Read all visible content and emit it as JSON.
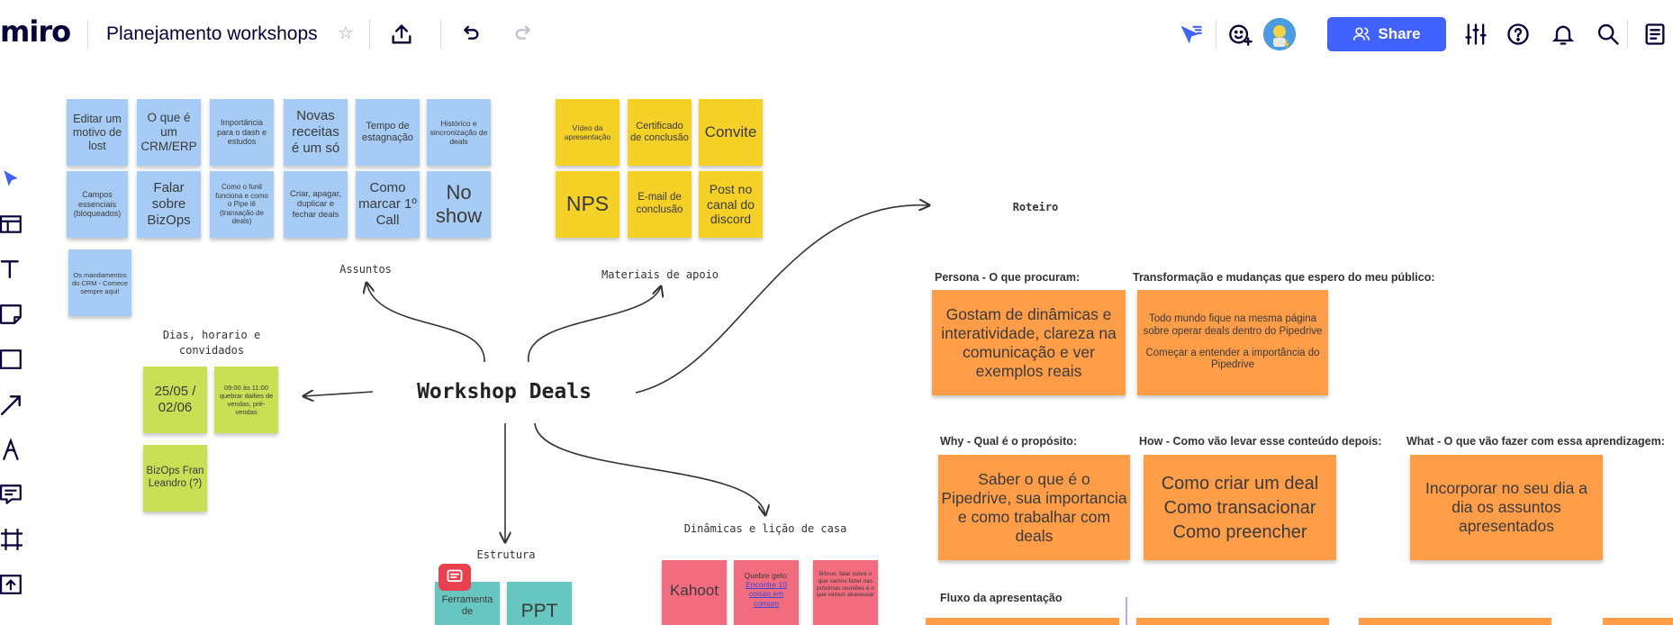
{
  "app": {
    "logo": "miro",
    "board_title": "Planejamento workshops",
    "star_glyph": "☆",
    "share_label": "Share",
    "accent_color": "#4262ff"
  },
  "toolbar_icons": [
    "upload-icon",
    "undo-icon",
    "redo-icon",
    "cursor-filter-icon",
    "reaction-icon",
    "settings-sliders-icon",
    "help-icon",
    "bell-icon",
    "search-icon",
    "notes-icon"
  ],
  "left_tools": [
    "select-tool-icon",
    "templates-icon",
    "text-tool-icon",
    "sticky-note-icon",
    "shape-tool-icon",
    "connector-tool-icon",
    "pen-tool-icon",
    "comment-tool-icon",
    "frame-tool-icon",
    "upload-tool-icon"
  ],
  "board": {
    "center_title": "Workshop Deals",
    "assuntos": {
      "label": "Assuntos",
      "notes": [
        "Editar um motivo de lost",
        "O que é um CRM/ERP",
        "Importância para o dash e estudos",
        "Novas receitas é um só",
        "Tempo de estagnação",
        "Histórico e sincronização de deals",
        "Campos essenciais (bloqueados)",
        "Falar sobre BizOps",
        "Como o funil funciona e como o Pipe lê (transação de deals)",
        "Criar, apagar, duplicar e fechar deals",
        "Como marcar 1º Call",
        "No show",
        "Os mandamentos do CRM - Comece sempre aqui!"
      ]
    },
    "materiais": {
      "label": "Materiais de apoio",
      "notes": [
        "Vídeo da apresentação",
        "Certificado de conclusão",
        "Convite",
        "NPS",
        "E-mail de conclusão",
        "Post no canal do discord"
      ]
    },
    "dias": {
      "label": "Dias, horario e convidados",
      "notes": [
        "25/05 / 02/06",
        "09:00 às 11:00 quebrar dailies de vendas, pré-vendas",
        "BizOps Fran Leandro (?)"
      ]
    },
    "estrutura": {
      "label": "Estrutura",
      "notes": [
        "Ferramenta de",
        "PPT"
      ]
    },
    "dinamicas": {
      "label": "Dinâmicas e lição de casa",
      "notes": [
        "Kahoot",
        "Quebre gelo:",
        "Encontre 10 coisas em comum",
        "Bônus: falar sobre o que vamos fazer nas próximas reuniões e o que vamos atravessar"
      ]
    },
    "roteiro": {
      "title": "Roteiro",
      "persona_label": "Persona - O que procuram:",
      "persona_note": "Gostam de dinâmicas e interatividade, clareza na comunicação e ver exemplos reais",
      "transformacao_label": "Transformação e mudanças que espero do meu público:",
      "transformacao_note_1": "Todo mundo fique na mesma página sobre operar deals dentro do Pipedrive",
      "transformacao_note_2": "Começar a entender a importância do Pipedrive",
      "why_label": "Why - Qual é o propósito:",
      "why_note": "Saber o que é o Pipedrive, sua importancia e como trabalhar com deals",
      "how_label": "How - Como vão levar esse conteúdo depois:",
      "how_note_1": "Como criar um deal",
      "how_note_2": "Como transacionar",
      "how_note_3": "Como preencher",
      "what_label": "What - O que vão fazer com essa aprendizagem:",
      "what_note": "Incorporar no seu dia a dia os assuntos apresentados",
      "fluxo_label": "Fluxo da apresentação"
    }
  }
}
